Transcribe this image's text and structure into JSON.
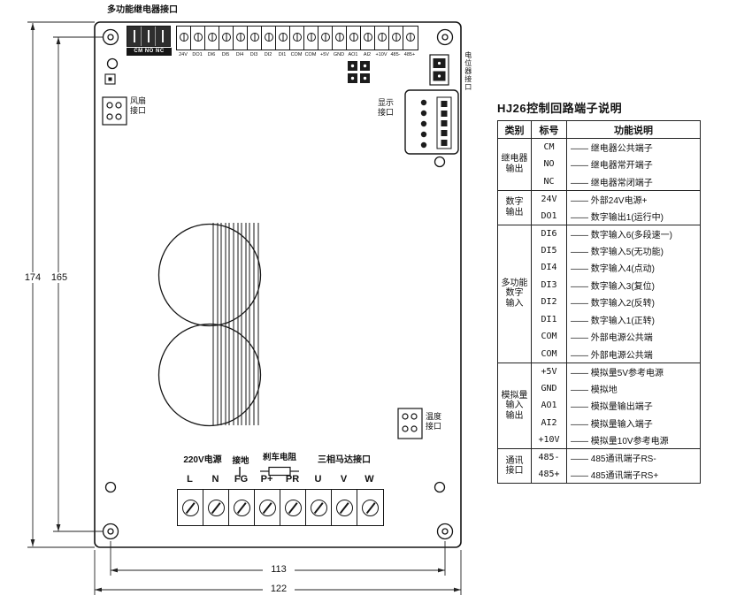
{
  "diagram": {
    "top_connector_label": "多功能继电器接口",
    "relay_terminals": [
      "CM",
      "NO",
      "NC"
    ],
    "top_terminals": [
      "24V",
      "DO1",
      "DI6",
      "DI5",
      "DI4",
      "DI3",
      "DI2",
      "DI1",
      "COM",
      "COM",
      "+5V",
      "GND",
      "AO1",
      "AI2",
      "+10V",
      "485-",
      "485+"
    ],
    "fan_label": "风扇接口",
    "pot_label": "电位器接口",
    "display_label": "显示接口",
    "temp_label": "温度接口",
    "bottom_labels": [
      "220V电源",
      "接地",
      "刹车电阻",
      "三相马达接口"
    ],
    "bottom_terminals": [
      "L",
      "N",
      "FG",
      "P+",
      "PR",
      "U",
      "V",
      "W"
    ],
    "dimensions": {
      "height_outer": "174",
      "height_inner": "165",
      "width_inner": "113",
      "width_outer": "122"
    }
  },
  "table": {
    "title": "HJ26控制回路端子说明",
    "headers": [
      "类别",
      "标号",
      "功能说明"
    ],
    "groups": [
      {
        "category": "继电器\n输出",
        "rows": [
          {
            "label": "CM",
            "desc": "—— 继电器公共端子"
          },
          {
            "label": "NO",
            "desc": "—— 继电器常开端子"
          },
          {
            "label": "NC",
            "desc": "—— 继电器常闭端子"
          }
        ]
      },
      {
        "category": "数字\n输出",
        "rows": [
          {
            "label": "24V",
            "desc": "—— 外部24V电源+"
          },
          {
            "label": "DO1",
            "desc": "—— 数字输出1(运行中)"
          }
        ]
      },
      {
        "category": "多功能\n数字\n输入",
        "rows": [
          {
            "label": "DI6",
            "desc": "—— 数字输入6(多段速一)"
          },
          {
            "label": "DI5",
            "desc": "—— 数字输入5(无功能)"
          },
          {
            "label": "DI4",
            "desc": "—— 数字输入4(点动)"
          },
          {
            "label": "DI3",
            "desc": "—— 数字输入3(复位)"
          },
          {
            "label": "DI2",
            "desc": "—— 数字输入2(反转)"
          },
          {
            "label": "DI1",
            "desc": "—— 数字输入1(正转)"
          },
          {
            "label": "COM",
            "desc": "—— 外部电源公共端"
          },
          {
            "label": "COM",
            "desc": "—— 外部电源公共端"
          }
        ]
      },
      {
        "category": "模拟量\n输入\n输出",
        "rows": [
          {
            "label": "+5V",
            "desc": "—— 模拟量5V参考电源"
          },
          {
            "label": "GND",
            "desc": "—— 模拟地"
          },
          {
            "label": "AO1",
            "desc": "—— 模拟量输出端子"
          },
          {
            "label": "AI2",
            "desc": "—— 模拟量输入端子"
          },
          {
            "label": "+10V",
            "desc": "—— 模拟量10V参考电源"
          }
        ]
      },
      {
        "category": "通讯\n接口",
        "rows": [
          {
            "label": "485-",
            "desc": "—— 485通讯端子RS-"
          },
          {
            "label": "485+",
            "desc": "—— 485通讯端子RS+"
          }
        ]
      }
    ]
  }
}
